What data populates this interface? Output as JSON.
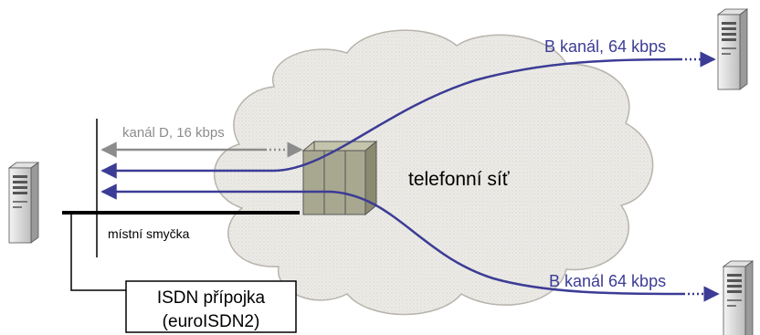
{
  "labels": {
    "d_channel": "kanál D, 16 kbps",
    "b_channel_top": "B kanál, 64 kbps",
    "b_channel_bottom": "B kanál 64 kbps",
    "network": "telefonní síť",
    "local_loop": "místní smyčka",
    "isdn_box_line1": "ISDN přípojka",
    "isdn_box_line2": "(euroISDN2)"
  },
  "colors": {
    "cloud_fill": "#eae8e4",
    "cloud_stroke": "#b8b4ac",
    "b_channel": "#3c3c96",
    "d_channel": "#8c8c8c",
    "switch_fill": "#a8a890",
    "text": "#000000"
  }
}
